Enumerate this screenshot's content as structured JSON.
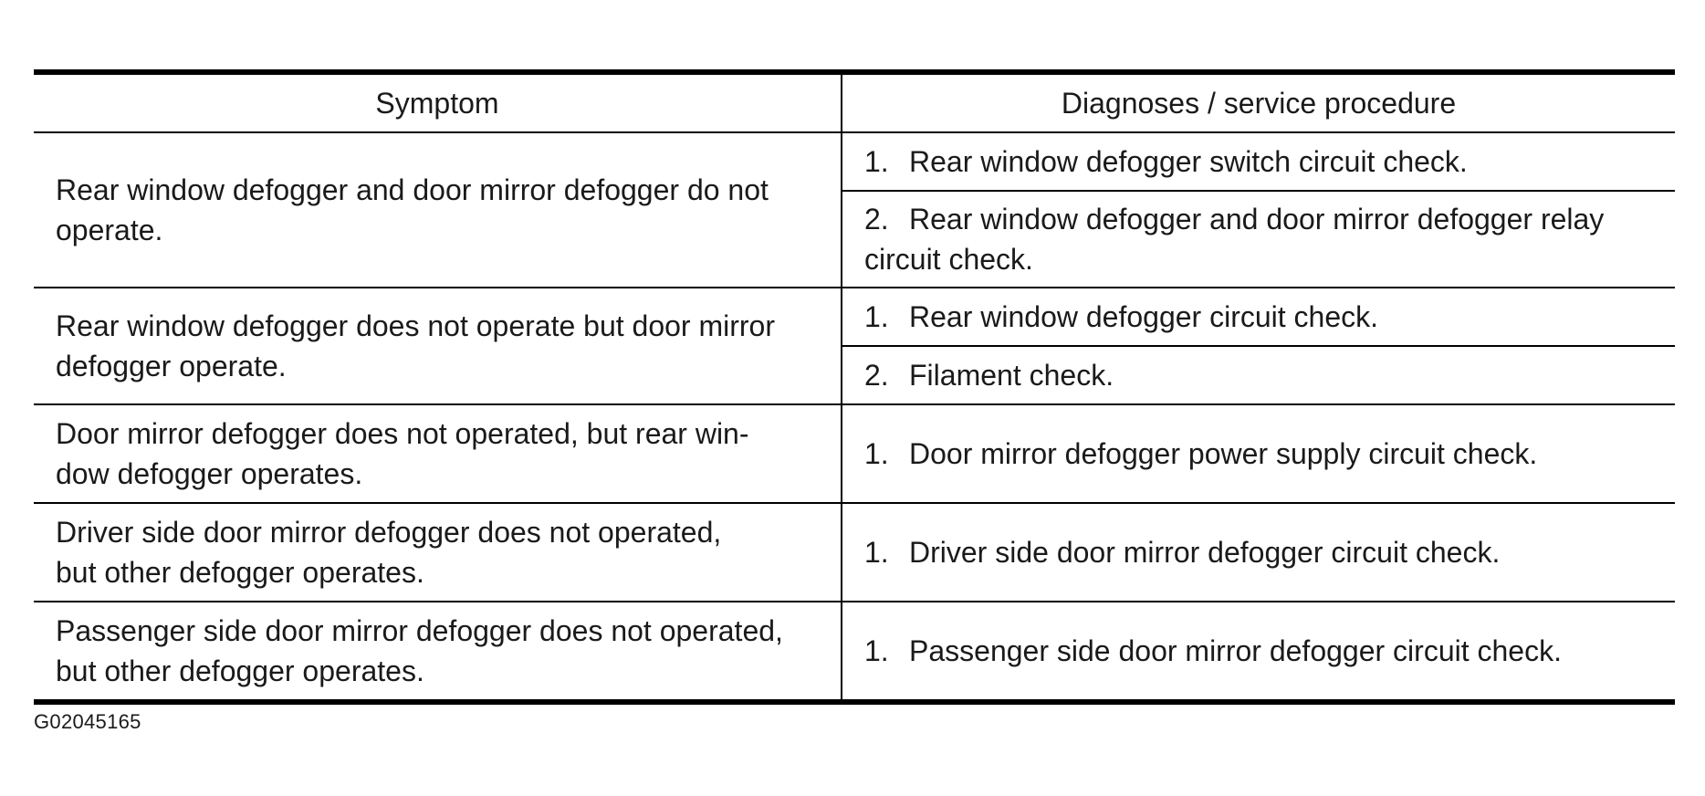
{
  "header": {
    "symptom": "Symptom",
    "procedure": "Diagnoses / service procedure"
  },
  "rows": [
    {
      "symptom": "Rear window defogger and door mirror defogger do not operate.",
      "steps": [
        {
          "num": "1.",
          "text": "Rear window defogger switch circuit check."
        },
        {
          "num": "2.",
          "text": "Rear window defogger and door mirror defogger relay circuit check."
        }
      ]
    },
    {
      "symptom": "Rear window defogger does not operate but door mirror defogger operate.",
      "steps": [
        {
          "num": "1.",
          "text": "Rear window defogger circuit check."
        },
        {
          "num": "2.",
          "text": "Filament check."
        }
      ]
    },
    {
      "symptom": "Door mirror defogger does not operated, but rear win- dow defogger operates.",
      "steps": [
        {
          "num": "1.",
          "text": "Door mirror defogger power supply circuit check."
        }
      ]
    },
    {
      "symptom": "Driver side door mirror defogger does not operated, but other defogger operates.",
      "steps": [
        {
          "num": "1.",
          "text": "Driver side door mirror defogger circuit check."
        }
      ]
    },
    {
      "symptom": "Passenger side door mirror defogger does not operated, but other defogger operates.",
      "steps": [
        {
          "num": "1.",
          "text": "Passenger side door mirror  defogger circuit check."
        }
      ]
    }
  ],
  "figure_id": "G02045165"
}
